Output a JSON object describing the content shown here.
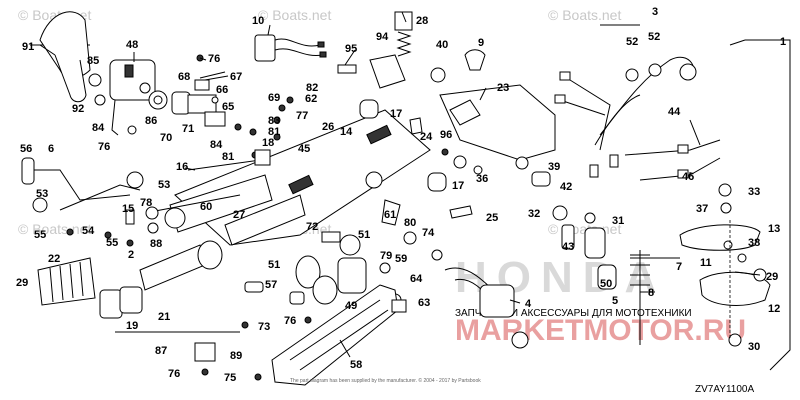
{
  "watermark": {
    "text": "© Boats.net"
  },
  "diagram_code": "ZV7AY1100A",
  "footer_note": "The part diagram has been supplied by the manufacturer. © 2004 - 2017 by Partsbook",
  "brand_watermark": "HONDA",
  "shop_watermark": {
    "subtitle": "ЗАПЧАСТИ И АКСЕССУАРЫ ДЛЯ МОТОТЕХНИКИ",
    "name": "MARKETMOTOR.RU"
  },
  "callouts": {
    "n1": "1",
    "n2": "2",
    "n3": "3",
    "n4": "4",
    "n5": "5",
    "n6": "6",
    "n7": "7",
    "n8": "8",
    "n9": "9",
    "n10": "10",
    "n11": "11",
    "n12": "12",
    "n13": "13",
    "n14": "14",
    "n15": "15",
    "n16": "16",
    "n17a": "17",
    "n17b": "17",
    "n18": "18",
    "n19": "19",
    "n21": "21",
    "n22": "22",
    "n23": "23",
    "n24": "24",
    "n25": "25",
    "n26": "26",
    "n27": "27",
    "n28": "28",
    "n29a": "29",
    "n29b": "29",
    "n30": "30",
    "n31": "31",
    "n32": "32",
    "n33": "33",
    "n36": "36",
    "n37": "37",
    "n38": "38",
    "n39": "39",
    "n40": "40",
    "n42": "42",
    "n43": "43",
    "n44": "44",
    "n45": "45",
    "n46": "46",
    "n48": "48",
    "n49": "49",
    "n50": "50",
    "n51a": "51",
    "n51b": "51",
    "n52a": "52",
    "n52b": "52",
    "n53a": "53",
    "n53b": "53",
    "n54": "54",
    "n55a": "55",
    "n55b": "55",
    "n56": "56",
    "n57": "57",
    "n58": "58",
    "n59": "59",
    "n60": "60",
    "n61": "61",
    "n62": "62",
    "n63": "63",
    "n64": "64",
    "n65": "65",
    "n66": "66",
    "n67": "67",
    "n68": "68",
    "n69": "69",
    "n70": "70",
    "n71": "71",
    "n72": "72",
    "n73": "73",
    "n74": "74",
    "n75": "75",
    "n76a": "76",
    "n76b": "76",
    "n76c": "76",
    "n76d": "76",
    "n77": "77",
    "n78": "78",
    "n79": "79",
    "n80": "80",
    "n81a": "81",
    "n81b": "81",
    "n82": "82",
    "n83": "83",
    "n84a": "84",
    "n84b": "84",
    "n85": "85",
    "n86": "86",
    "n87": "87",
    "n88": "88",
    "n89": "89",
    "n91": "91",
    "n92": "92",
    "n94": "94",
    "n95": "95",
    "n96": "96"
  }
}
